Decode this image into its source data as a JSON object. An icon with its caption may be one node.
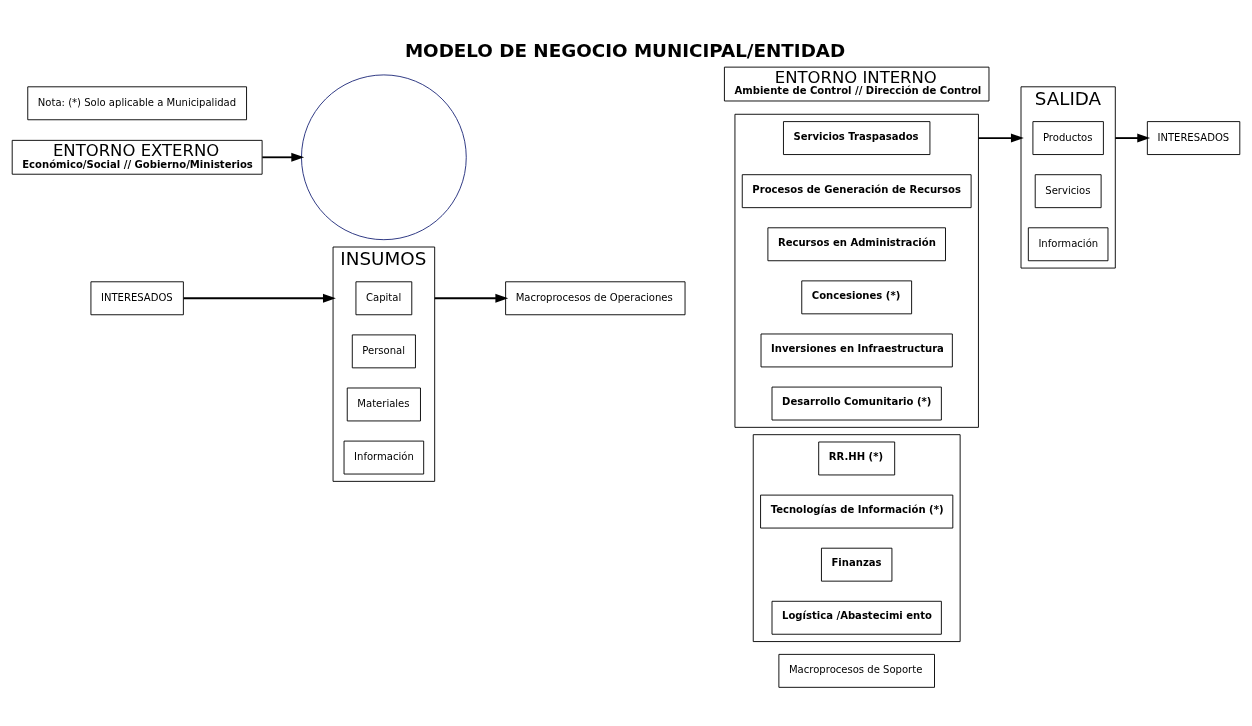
{
  "diagram": {
    "title": "MODELO DE NEGOCIO MUNICIPAL/ENTIDAD",
    "nodes": [
      {
        "text": [
          "INTERESADOS"
        ]
      },
      {
        "text": [
          "INSUMOS"
        ]
      },
      {
        "text": [
          "Capital"
        ],
        "in": 1
      },
      {
        "text": [
          "Personal"
        ],
        "in": 1
      },
      {
        "text": [
          "Materiales"
        ],
        "in": 1
      },
      {
        "text": [
          "Información"
        ],
        "in": 1
      },
      {
        "text": [
          "Macroprocesos de Operaciones"
        ]
      },
      {
        "text": [
          "ENTORNO EXTERNO",
          "Económico/Social // Gobierno/Ministerios"
        ]
      },
      {
        "text": [],
        "shape": "circle"
      },
      {
        "text": [
          "ENTORNO INTERNO",
          "Ambiente de Control // Dirección de Control"
        ]
      },
      {
        "text": [],
        "shape": "box"
      },
      {
        "text": [
          "Servicios Traspasados"
        ],
        "in": 10
      },
      {
        "text": [
          "Procesos de Generación de Recursos"
        ],
        "in": 10
      },
      {
        "text": [
          "Recursos en Administración"
        ],
        "in": 10
      },
      {
        "text": [
          "Concesiones (*)"
        ],
        "in": 10
      },
      {
        "text": [
          "Inversiones en Infraestructura"
        ],
        "in": 10
      },
      {
        "text": [
          "Desarrollo Comunitario (*)"
        ],
        "in": 10
      },
      {
        "text": [],
        "shape": "box"
      },
      {
        "text": [
          "RR.HH (*)"
        ],
        "in": 17
      },
      {
        "text": [
          "Tecnologías de Información (*)"
        ],
        "in": 17
      },
      {
        "text": [
          "Finanzas"
        ],
        "in": 17
      },
      {
        "text": [
          "Logística /Abastecimi ento"
        ],
        "in": 17
      },
      {
        "text": [
          "Macroprocesos de Soporte"
        ]
      },
      {
        "text": [
          "SALIDA"
        ]
      },
      {
        "text": [
          "Productos"
        ],
        "in": 23
      },
      {
        "text": [
          "Servicios"
        ],
        "in": 23
      },
      {
        "text": [
          "Información"
        ],
        "in": 23
      },
      {
        "text": [
          "INTERESADOS"
        ]
      },
      {
        "text": [
          "Nota: (*) Solo aplicable a Municipalidad"
        ]
      }
    ],
    "edges": [
      {
        "from": 0,
        "to": 1,
        "arrow": "to"
      },
      {
        "from": 1,
        "to": 6,
        "arrow": "to"
      },
      {
        "from": 7,
        "to": 8,
        "arrow": "to"
      },
      {
        "from": 10,
        "to": 23,
        "arrow": "to"
      },
      {
        "from": 23,
        "to": 27,
        "arrow": "to"
      }
    ]
  }
}
